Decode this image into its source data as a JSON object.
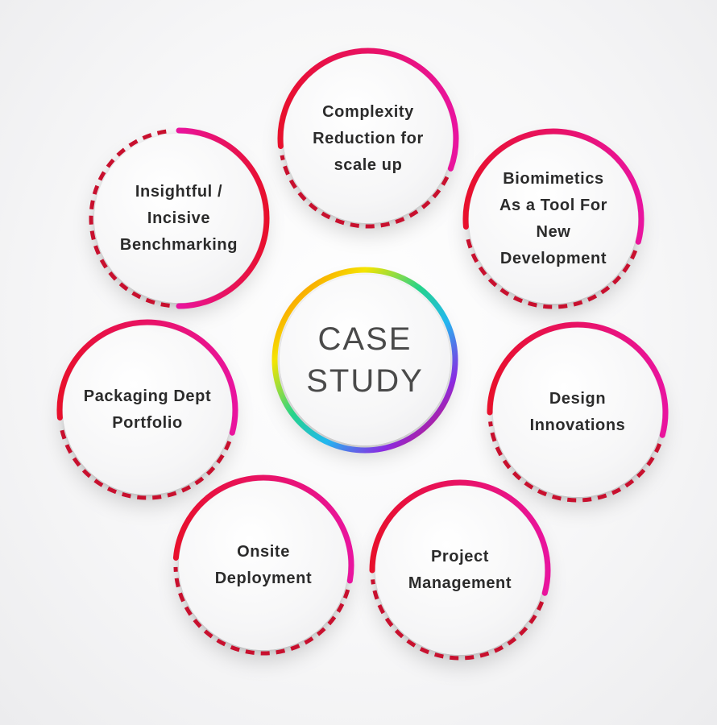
{
  "hub": {
    "lines": [
      "CASE",
      "STUDY"
    ]
  },
  "spokes": [
    {
      "id": "complexity",
      "lines": [
        "Complexity",
        "Reduction for",
        "scale up"
      ]
    },
    {
      "id": "biomimetics",
      "lines": [
        "Biomimetics",
        "As a Tool For",
        "New",
        "Development"
      ]
    },
    {
      "id": "design",
      "lines": [
        "Design",
        "Innovations"
      ]
    },
    {
      "id": "project",
      "lines": [
        "Project",
        "Management"
      ]
    },
    {
      "id": "onsite",
      "lines": [
        "Onsite",
        "Deployment"
      ]
    },
    {
      "id": "packaging",
      "lines": [
        "Packaging Dept",
        "Portfolio"
      ]
    },
    {
      "id": "insightful",
      "lines": [
        "Insightful /",
        "Incisive",
        "Benchmarking"
      ]
    }
  ],
  "colors": {
    "ring_red": "#e8102c",
    "ring_magenta": "#e9149e",
    "ring_dash": "#c8102e",
    "text": "#2b2b2b",
    "hub_text": "#4a4a4a"
  }
}
